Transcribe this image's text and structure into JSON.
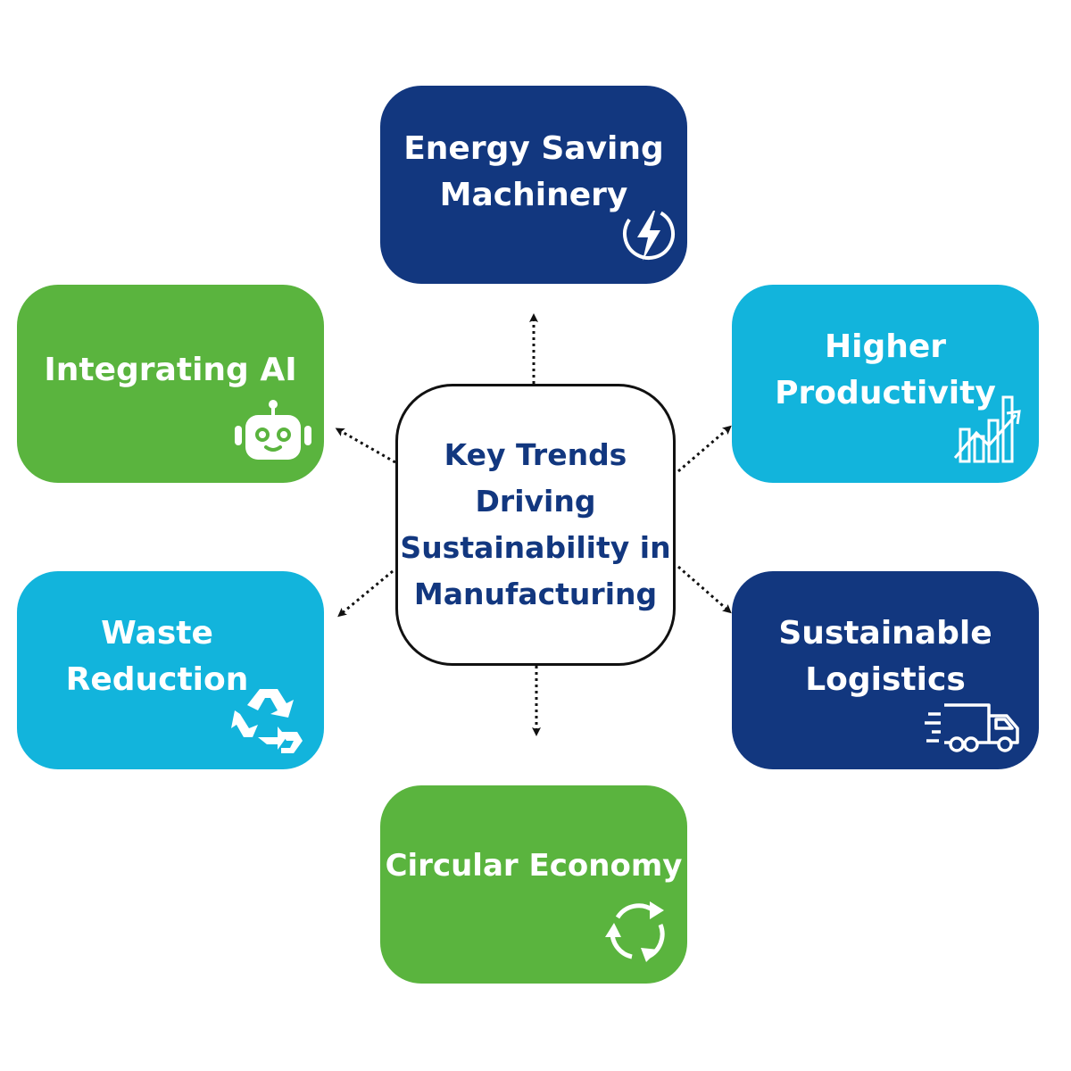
{
  "center": {
    "title": "Key Trends\nDriving\nSustainability in\nManufacturing"
  },
  "trends": [
    {
      "id": "energy",
      "label": "Energy Saving\nMachinery",
      "icon": "lightning-icon",
      "color": "#12377f"
    },
    {
      "id": "productivity",
      "label": "Higher\nProductivity",
      "icon": "growth-chart-icon",
      "color": "#12b4dc"
    },
    {
      "id": "logistics",
      "label": "Sustainable\nLogistics",
      "icon": "delivery-truck-icon",
      "color": "#12377f"
    },
    {
      "id": "circular",
      "label": "Circular Economy",
      "icon": "circular-arrows-icon",
      "color": "#5ab43e"
    },
    {
      "id": "waste",
      "label": "Waste\nReduction",
      "icon": "recycle-icon",
      "color": "#12b4dc"
    },
    {
      "id": "ai",
      "label": "Integrating AI",
      "icon": "robot-icon",
      "color": "#5ab43e"
    }
  ]
}
